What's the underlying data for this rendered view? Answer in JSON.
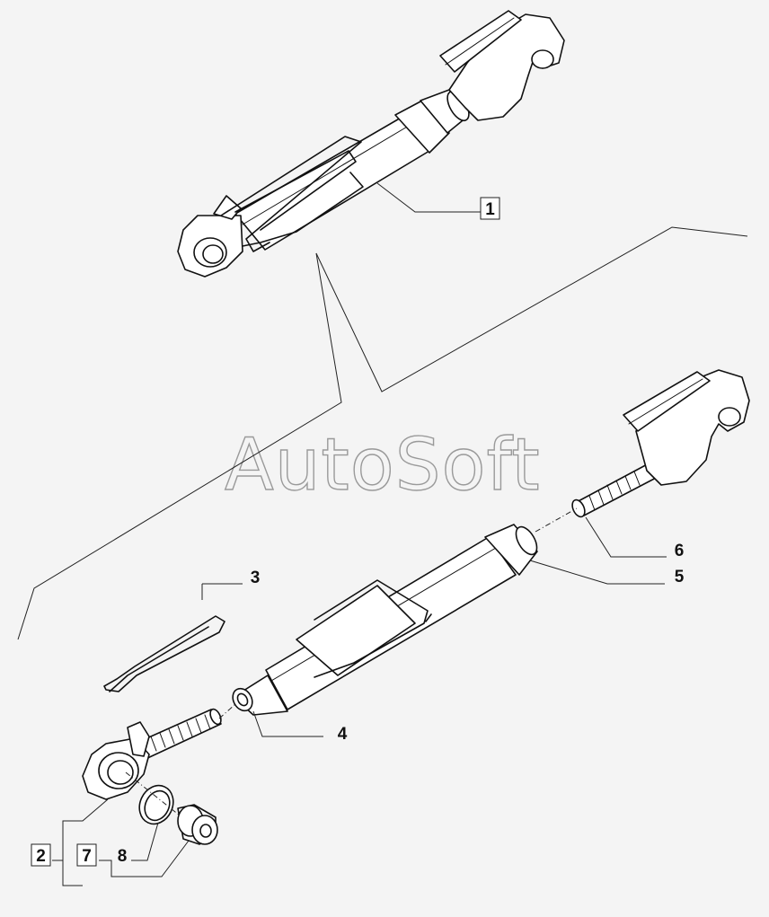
{
  "watermark": "AutoSoft",
  "callouts": {
    "c1": "1",
    "c2": "2",
    "c3": "3",
    "c4": "4",
    "c5": "5",
    "c6": "6",
    "c7": "7",
    "c8": "8"
  }
}
